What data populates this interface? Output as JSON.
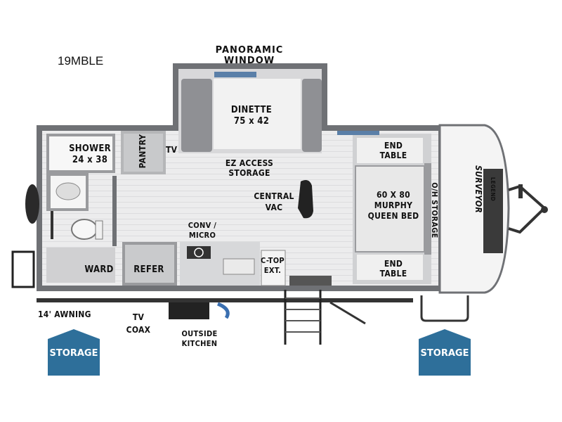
{
  "model": "19MBLE",
  "labels": {
    "panoramic_window": "PANORAMIC WINDOW",
    "dinette": "DINETTE",
    "dinette_size": "75 x 42",
    "ez_access": "EZ ACCESS",
    "ez_storage": "STORAGE",
    "tv": "TV",
    "pantry": "PANTRY",
    "shower": "SHOWER",
    "shower_size": "24 x 38",
    "central": "CENTRAL",
    "vac": "VAC",
    "end_table": "END",
    "end_table2": "TABLE",
    "bed_size": "60 X 80",
    "bed_murphy": "MURPHY",
    "bed_queen": "QUEEN BED",
    "oh_storage": "O/H STORAGE",
    "conv": "CONV /",
    "micro": "MICRO",
    "ctop": "C-TOP",
    "ext": "EXT.",
    "refer": "REFER",
    "ward": "WARD",
    "awning": "14' AWNING",
    "tv_coax_1": "TV",
    "tv_coax_2": "COAX",
    "outside_kitchen": "OUTSIDE KITCHEN",
    "storage": "STORAGE",
    "brand": "SURVEYOR",
    "brand_sub": "LEGEND"
  },
  "colors": {
    "wall": "#7d7f82",
    "floor": "#e9e9ea",
    "storage_badge": "#2e6f9a"
  }
}
